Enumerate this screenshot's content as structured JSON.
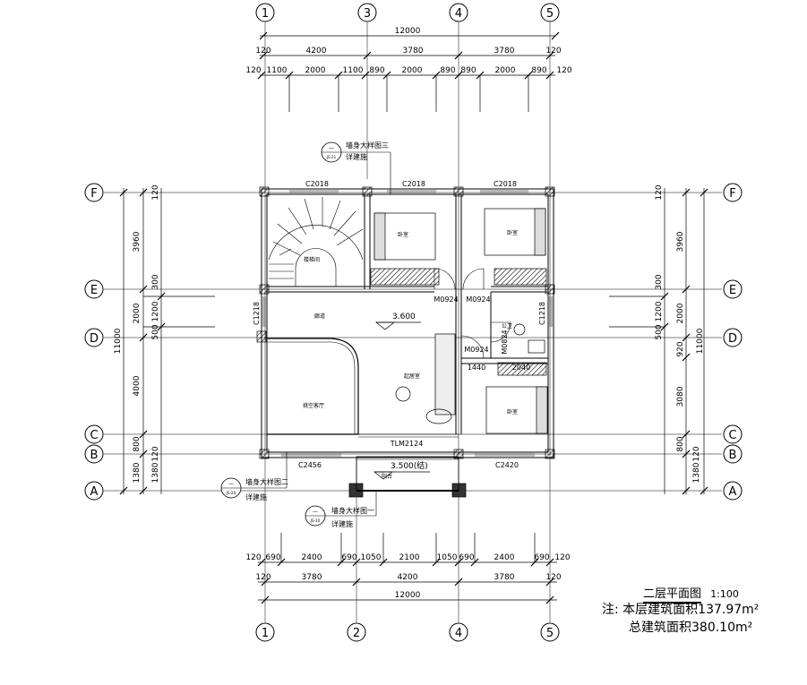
{
  "drawing": {
    "axes": {
      "top": [
        "1",
        "3",
        "4",
        "5"
      ],
      "bottom": [
        "1",
        "2",
        "4",
        "5"
      ],
      "left": [
        "F",
        "E",
        "D",
        "C",
        "B",
        "A"
      ],
      "right": [
        "F",
        "E",
        "D",
        "C",
        "B",
        "A"
      ]
    },
    "dims_top": {
      "overall": "12000",
      "row2": [
        "120",
        "4200",
        "3780",
        "3780",
        "120"
      ],
      "row3": [
        "120",
        "1100",
        "2000",
        "1100",
        "890",
        "2000",
        "890",
        "890",
        "2000",
        "890",
        "120"
      ]
    },
    "dims_bottom": {
      "row1": [
        "120",
        "690",
        "2400",
        "690",
        "1050",
        "2100",
        "1050",
        "690",
        "2400",
        "690",
        "120"
      ],
      "row2": [
        "120",
        "3780",
        "4200",
        "3780",
        "120"
      ],
      "overall": "12000"
    },
    "dims_left": {
      "outer": [
        "3960",
        "2000",
        "4000",
        "800",
        "1380"
      ],
      "overall": "11000",
      "inner": [
        "120",
        "300",
        "1200",
        "500",
        "120",
        "1380"
      ]
    },
    "dims_right": {
      "outer": [
        "3960",
        "2000",
        "920",
        "3080",
        "800",
        "1380"
      ],
      "overall": "11000",
      "inner": [
        "120",
        "300",
        "1200",
        "500",
        "120",
        "1380"
      ]
    },
    "windows": [
      "C2018",
      "C2018",
      "C2018",
      "C1218",
      "C1218",
      "C2456",
      "C2420"
    ],
    "doors": [
      "M0924",
      "M0924",
      "M0924",
      "M0824",
      "TLM2124"
    ],
    "inner_dims": [
      "1440",
      "2040"
    ],
    "rooms": {
      "stair": "楼梯间",
      "bedroom_1": "卧室",
      "bedroom_2": "卧室",
      "bedroom_3": "卧室",
      "corridor": "廊道",
      "void": "挑空客厅",
      "lounge": "起居室",
      "bath": "公卫",
      "balcony": "阳台"
    },
    "levels": [
      "3.600",
      "3.500(结)"
    ],
    "callouts": [
      {
        "ref": "JS-21",
        "title": "墙身大样图三",
        "sub": "详建施"
      },
      {
        "ref": "JS-20",
        "title": "墙身大样图二",
        "sub": "详建施"
      },
      {
        "ref": "JS-20",
        "title": "墙身大样图一",
        "sub": "详建施"
      }
    ],
    "title": "二层平面图",
    "scale": "1:100",
    "notes": {
      "line1": "注: 本层建筑面积137.97m²",
      "line2": "总建筑面积380.10m²"
    }
  }
}
